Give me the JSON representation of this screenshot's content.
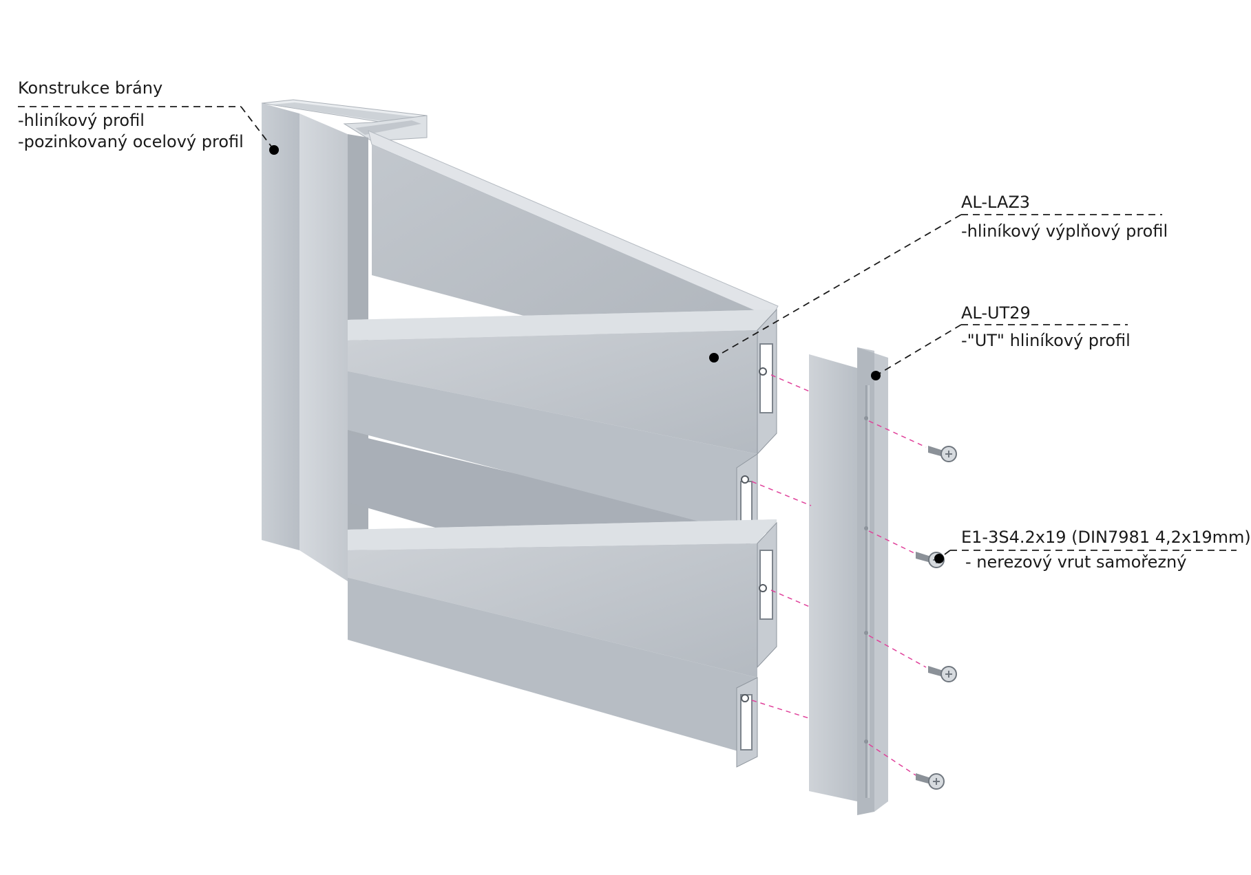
{
  "callouts": {
    "gate": {
      "title": "Konstrukce brány",
      "line1": "-hliníkový profil",
      "line2": "-pozinkovaný ocelový profil"
    },
    "laz3": {
      "title": "AL-LAZ3",
      "desc": "-hliníkový výplňový profil"
    },
    "ut29": {
      "title": "AL-UT29",
      "desc": "-\"UT\" hliníkový profil"
    },
    "screw": {
      "title": "E1-3S4.2x19 (DIN7981 4,2x19mm)",
      "desc": "- nerezový vrut samořezný"
    }
  },
  "colors": {
    "aluminium_light": "#dfe3e8",
    "aluminium_mid": "#bfc5cc",
    "aluminium_dark": "#9ea5ad",
    "leader_line": "#1a1a1a",
    "assembly_line": "#e0409a"
  }
}
